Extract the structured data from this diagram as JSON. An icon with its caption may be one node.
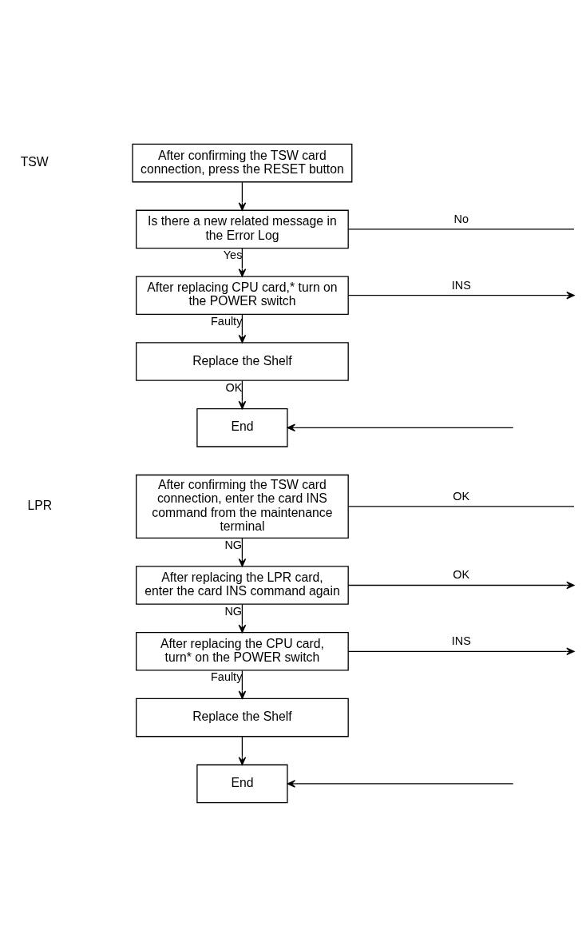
{
  "diagram": {
    "nodes": [
      {
        "text": [
          "After confirming the TSW card connection, press the RESET button"
        ]
      },
      {
        "text": [
          "Is there a new related message in the Error Log"
        ]
      },
      {
        "text": [
          "After replacing CPU card,* turn on the POWER switch"
        ]
      },
      {
        "text": [
          "Replace the Shelf"
        ]
      },
      {
        "text": [
          "End"
        ]
      },
      {
        "text": [
          "After confirming the TSW card connection, enter the card INS command from the maintenance terminal"
        ]
      },
      {
        "text": [
          "After replacing the LPR card, enter the card INS command again"
        ]
      },
      {
        "text": [
          "After replacing the CPU card, turn* on the POWER switch"
        ]
      },
      {
        "text": [
          "Replace the Shelf"
        ]
      },
      {
        "text": [
          "End"
        ]
      }
    ],
    "edges": [
      {
        "from": 0,
        "to": 1,
        "arrow": "to"
      },
      {
        "from": 1,
        "to": null,
        "arrow": "none",
        "label": "No"
      },
      {
        "from": 1,
        "to": 2,
        "arrow": "to",
        "label": "Yes"
      },
      {
        "from": 2,
        "to": null,
        "arrow": "to",
        "label": "INS"
      },
      {
        "from": 2,
        "to": 3,
        "arrow": "to",
        "label": "Faulty"
      },
      {
        "from": null,
        "to": 4,
        "arrow": "to"
      },
      {
        "from": 3,
        "to": 4,
        "arrow": "to",
        "label": "OK"
      },
      {
        "from": 5,
        "to": null,
        "arrow": "none",
        "label": "OK"
      },
      {
        "from": 5,
        "to": 6,
        "arrow": "to",
        "label": "NG"
      },
      {
        "from": 6,
        "to": null,
        "arrow": "to",
        "label": "OK"
      },
      {
        "from": 6,
        "to": 7,
        "arrow": "to",
        "label": "NG"
      },
      {
        "from": 7,
        "to": null,
        "arrow": "to",
        "label": "INS"
      },
      {
        "from": 7,
        "to": 8,
        "arrow": "to",
        "label": "Faulty"
      },
      {
        "from": null,
        "to": 9,
        "arrow": "to"
      },
      {
        "from": 8,
        "to": 9,
        "arrow": "to"
      }
    ],
    "labels": [
      "TSW",
      "LPR"
    ]
  }
}
